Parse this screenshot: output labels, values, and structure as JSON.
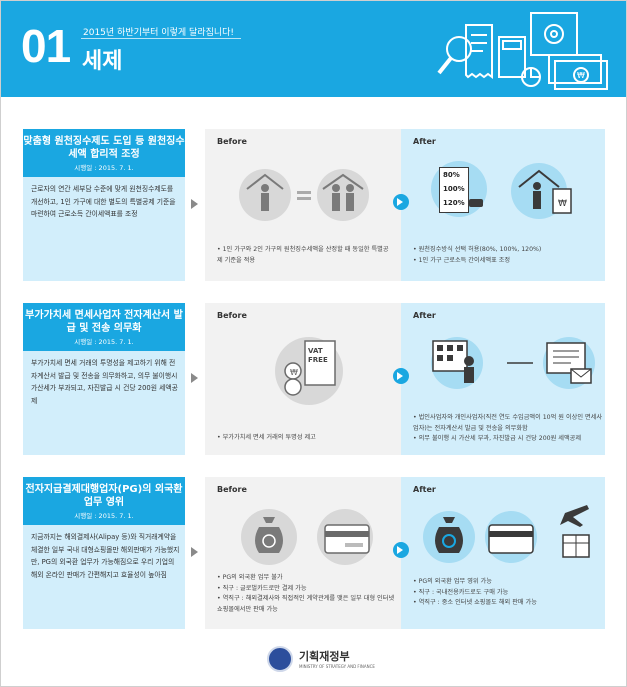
{
  "header": {
    "number": "01",
    "subtitle": "2015년 하반기부터 이렇게 달라집니다!",
    "title": "세제"
  },
  "sections": [
    {
      "title": "맞춤형 원천징수제도 도입 등 원천징수세액 합리적 조정",
      "date": "시행일 : 2015. 7. 1.",
      "body": "근로자의 연간 세부담 수준에 맞게 원천징수제도를 개선하고, 1인 가구에 대한 별도의 특별공제 기준을 마련하여 근로소득 간이세액표를 조정",
      "before_label": "Before",
      "after_label": "After",
      "before_bullets": [
        "• 1인 가구와 2인 가구의 원천징수세액을 산정할 때 동일한 특별공제 기준을 적용"
      ],
      "after_bullets": [
        "• 원천징수방식 선택 허용(80%, 100%, 120%)",
        "• 1인 가구 근로소득 간이세액표 조정"
      ],
      "after_percents": [
        "80%",
        "100%",
        "120%"
      ]
    },
    {
      "title": "부가가치세 면세사업자 전자계산서 발급 및 전송 의무화",
      "date": "시행일 : 2015. 7. 1.",
      "body": "부가가치세 면세 거래의 투명성을 제고하기 위해 전자계산서 발급 및 전송을 의무화하고, 의무 불이행시 가산세가 부과되고, 자진발급 시 건당 200원 세액공제",
      "before_label": "Before",
      "after_label": "After",
      "before_bullets": [
        "• 부가가치세 면세 거래의 투명성 제고"
      ],
      "after_bullets": [
        "• 법인사업자와 개인사업자(직전 연도 수입금액이 10억 원 이상인 면세사업자)는 전자계산서 발급 및 전송을 의무화함",
        "• 의무 불이행 시 가산세 부과, 자진발급 시 건당 200원 세액공제"
      ],
      "vat_text": "VAT FREE"
    },
    {
      "title": "전자지급결제대행업자(PG)의 외국환 업무 영위",
      "date": "시행일 : 2015. 7. 1.",
      "body": "지금까지는 해외결제사(Alipay 등)와 직거래계약을 체결한 일부 국내 대형쇼핑몰만 해외판매가 가능했지만, PG의 외국환 업무가 가능해짐으로 우리 기업의 해외 온라인 판매가 간편해지고 효율성이 높아짐",
      "before_label": "Before",
      "after_label": "After",
      "before_bullets": [
        "• PG의 외국환 업무 불가",
        "• 직구 : 글로벌카드로만 결제 가능",
        "• 역직구 : 해외결제사와 직접적인 계약관계를 맺은 일부 대형 인터넷 쇼핑몰에서만 판매 가능"
      ],
      "after_bullets": [
        "• PG의 외국환 업무 영위 가능",
        "• 직구 : 국내전용카드로도 구매 가능",
        "• 역직구 : 중소 인터넷 쇼핑몰도 해외 판매 가능"
      ]
    }
  ],
  "footer": {
    "org": "기획재정부",
    "org_en": "MINISTRY OF STRATEGY AND FINANCE"
  },
  "colors": {
    "accent": "#1aa7e1",
    "light": "#d2eefb",
    "gray": "#f2f2f2"
  }
}
